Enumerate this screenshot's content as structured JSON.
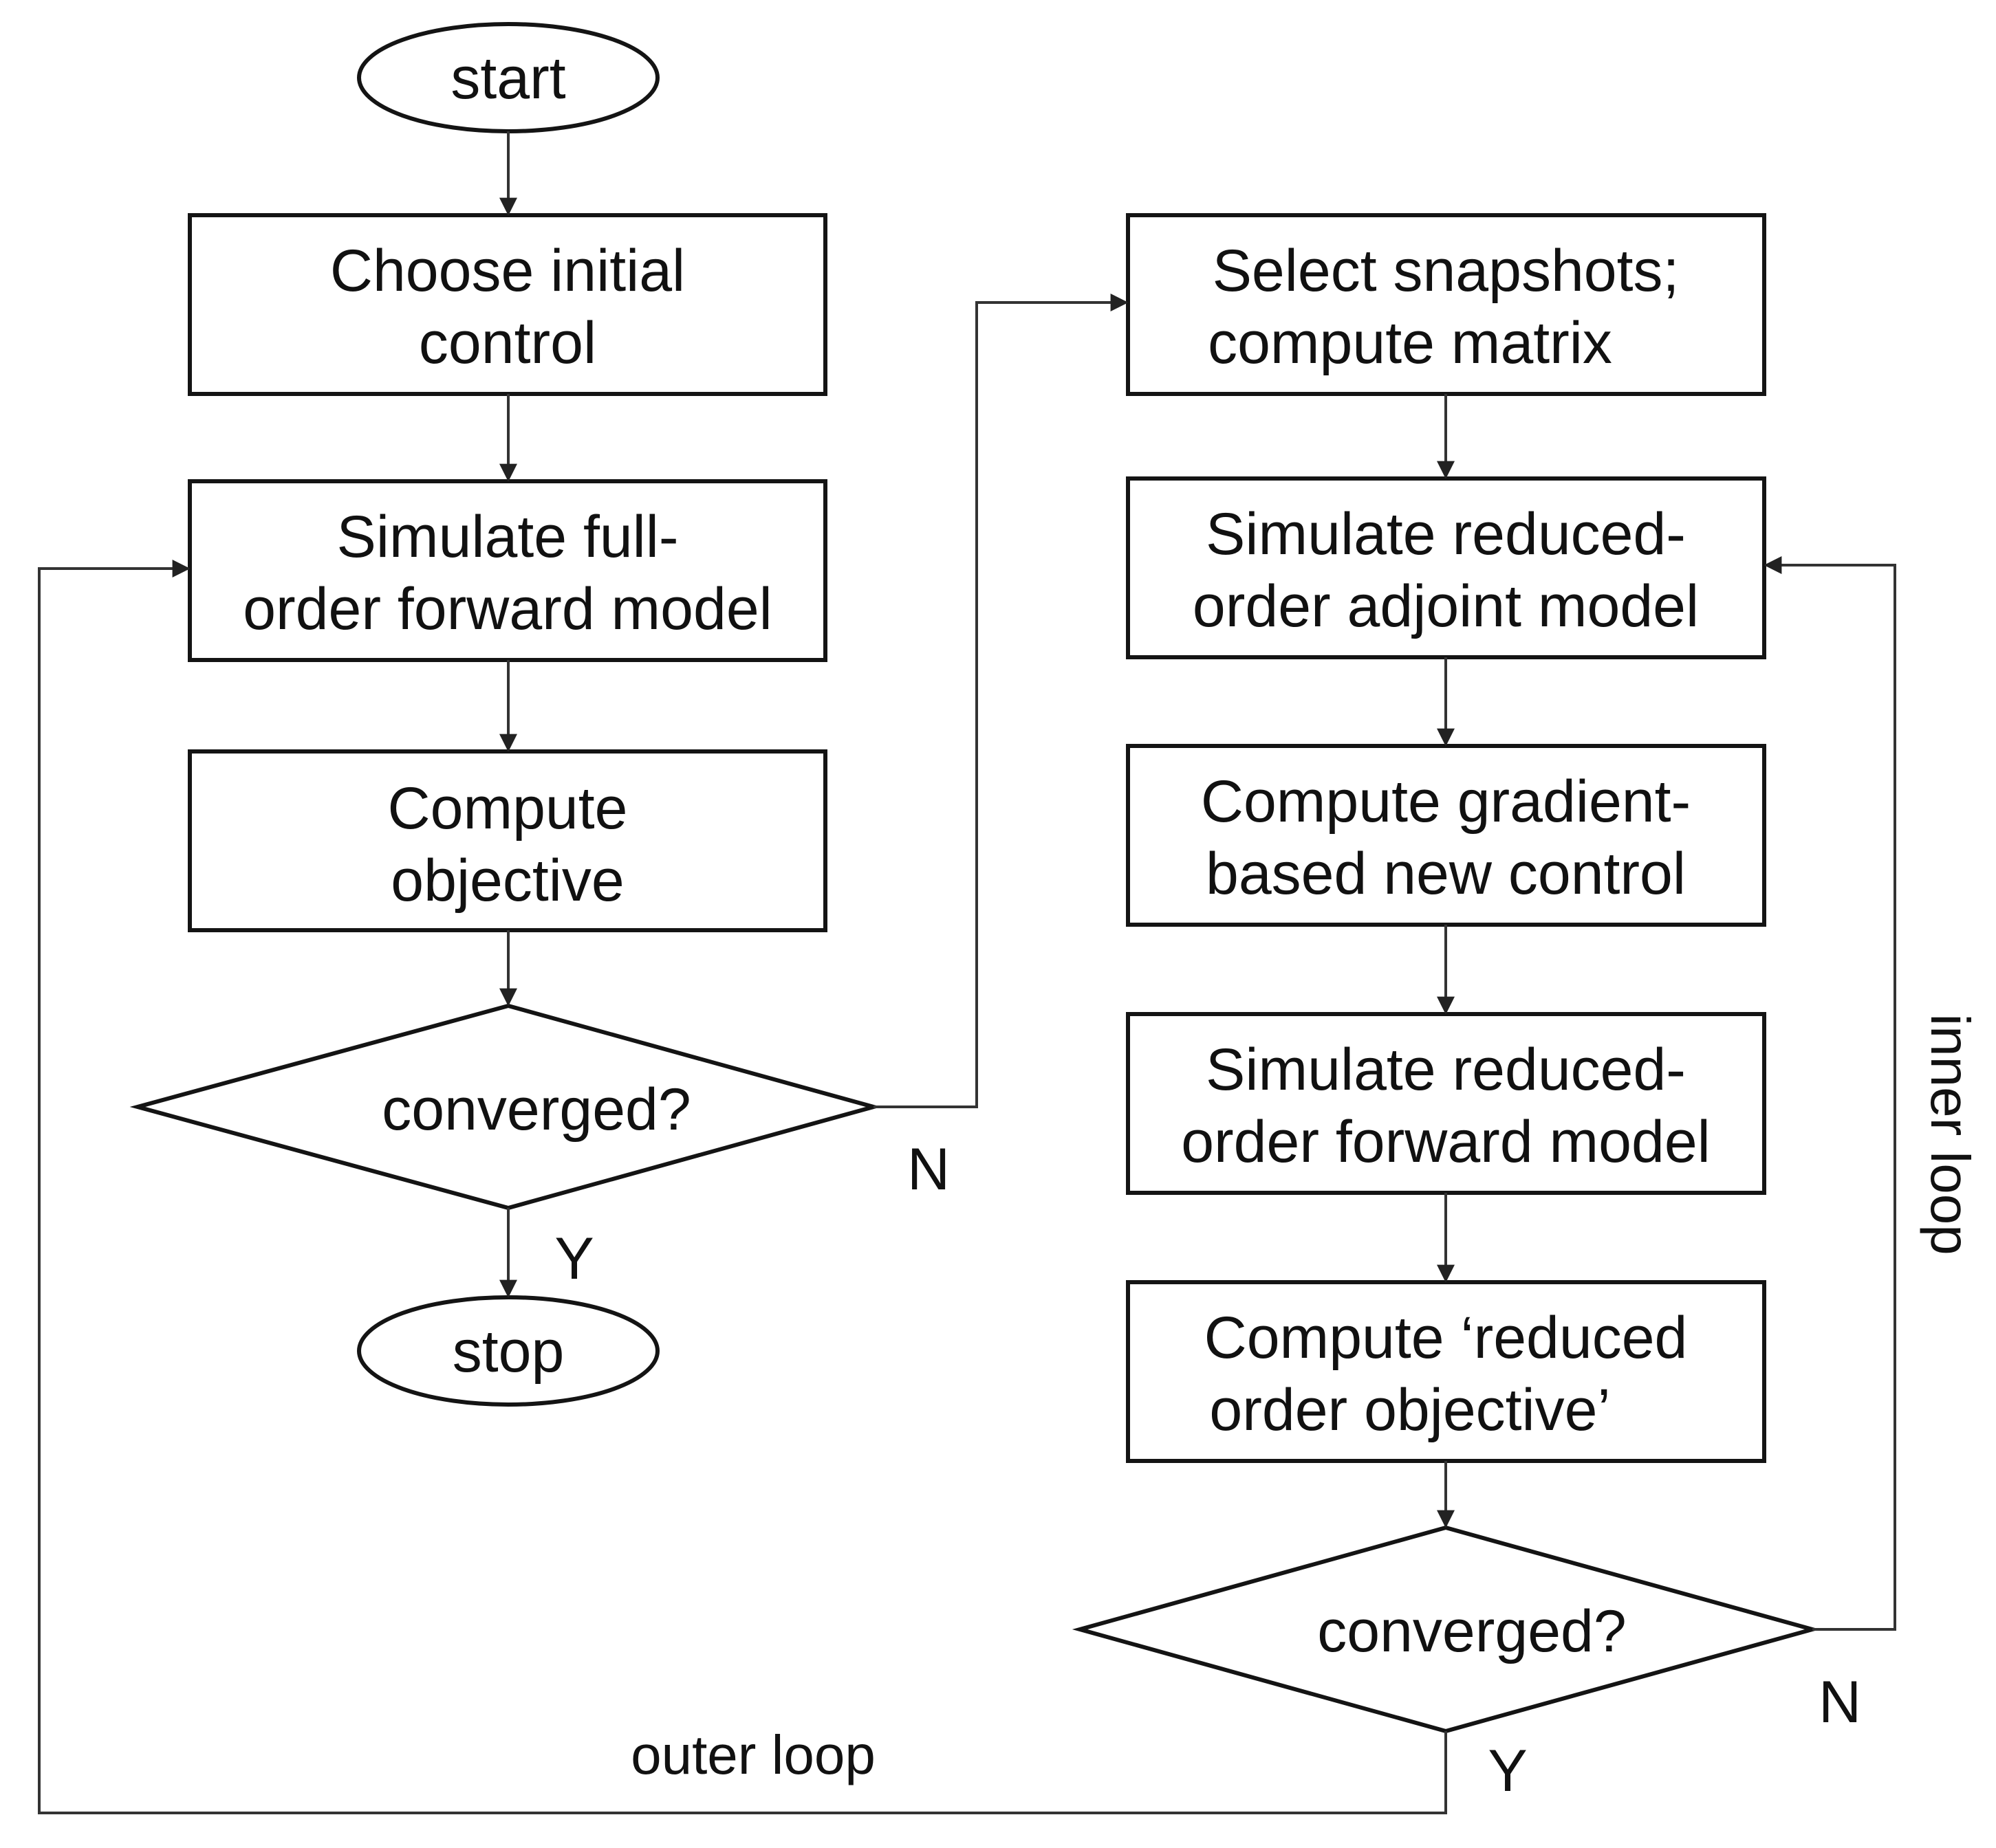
{
  "nodes": {
    "start": "start",
    "choose_initial": [
      "Choose initial",
      "control"
    ],
    "simulate_full": [
      "Simulate full-",
      "order forward model"
    ],
    "compute_objective": [
      "Compute",
      "objective"
    ],
    "converged_outer": "converged?",
    "stop": "stop",
    "select_snapshots": [
      "Select snapshots;",
      "compute matrix"
    ],
    "simulate_adjoint": [
      "Simulate reduced-",
      "order adjoint model"
    ],
    "compute_gradient": [
      "Compute gradient-",
      "based new control"
    ],
    "simulate_reduced_forward": [
      "Simulate reduced-",
      "order forward model"
    ],
    "compute_reduced_objective": [
      "Compute ‘reduced",
      "order objective’"
    ],
    "converged_inner": "converged?"
  },
  "branch_labels": {
    "outer_no": "N",
    "outer_yes": "Y",
    "inner_no": "N",
    "inner_yes": "Y"
  },
  "loop_labels": {
    "outer": "outer loop",
    "inner": "inner loop"
  }
}
